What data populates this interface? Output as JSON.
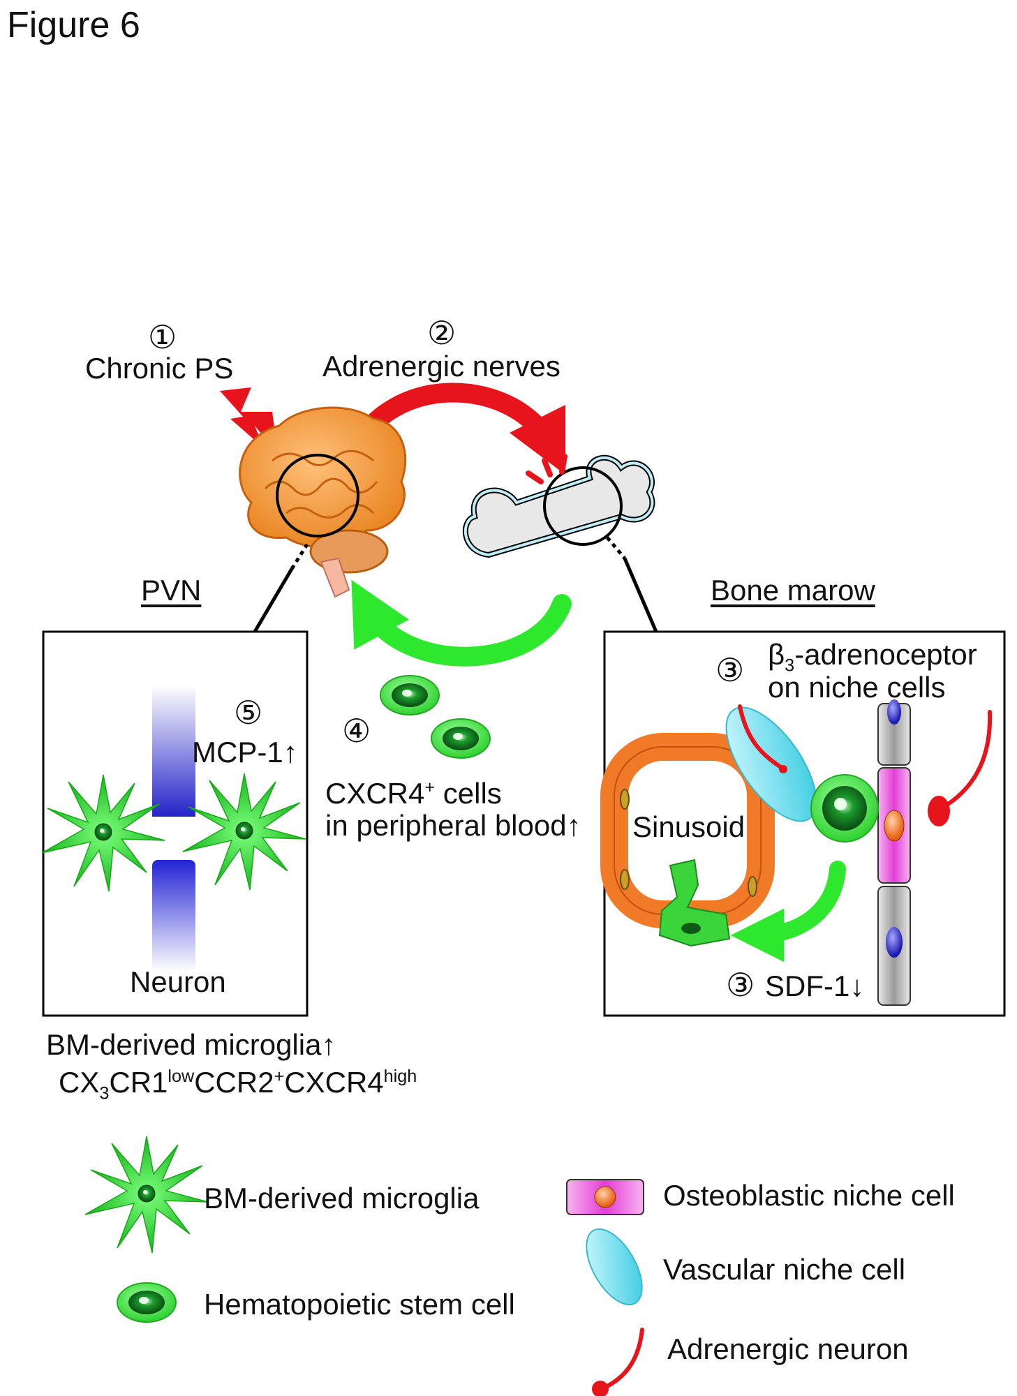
{
  "figure_label": "Figure 6",
  "steps": {
    "s1": {
      "num": "①",
      "text": "Chronic PS"
    },
    "s2": {
      "num": "②",
      "text": "Adrenergic nerves"
    },
    "s3a": {
      "num": "③",
      "line1_pre": "β",
      "line1_sub": "3",
      "line1_post": "-adrenoceptor",
      "line2": "on niche cells"
    },
    "s3b": {
      "num": "③",
      "text": "SDF-1↓"
    },
    "s4": {
      "num": "④",
      "line1_pre": "CXCR4",
      "line1_sup": "+",
      "line1_post": " cells",
      "line2": "in peripheral blood↑"
    },
    "s5": {
      "num": "⑤",
      "text": "MCP-1↑"
    }
  },
  "regions": {
    "pvn": "PVN",
    "bone_marrow": "Bone marow",
    "neuron": "Neuron",
    "sinusoid": "Sinusoid"
  },
  "microglia_note": {
    "line1": "BM-derived microglia↑",
    "f1": "CX",
    "f1_sub": "3",
    "f2": "CR1",
    "f2_sup": "low",
    "f3": "CCR2",
    "f3_sup": "+",
    "f4": "CXCR4",
    "f4_sup": "high"
  },
  "legend": {
    "microglia": "BM-derived microglia",
    "hsc": "Hematopoietic stem cell",
    "osteoblastic": "Osteoblastic niche cell",
    "vascular": "Vascular niche cell",
    "adrenergic": "Adrenergic neuron"
  },
  "colors": {
    "red_arrow": "#e8141b",
    "green_arrow": "#2ee82e",
    "neuron_blue": "#2a2ad4",
    "magenta": "#e040d8",
    "orange": "#f07a28",
    "cyan": "#40d4e6"
  }
}
